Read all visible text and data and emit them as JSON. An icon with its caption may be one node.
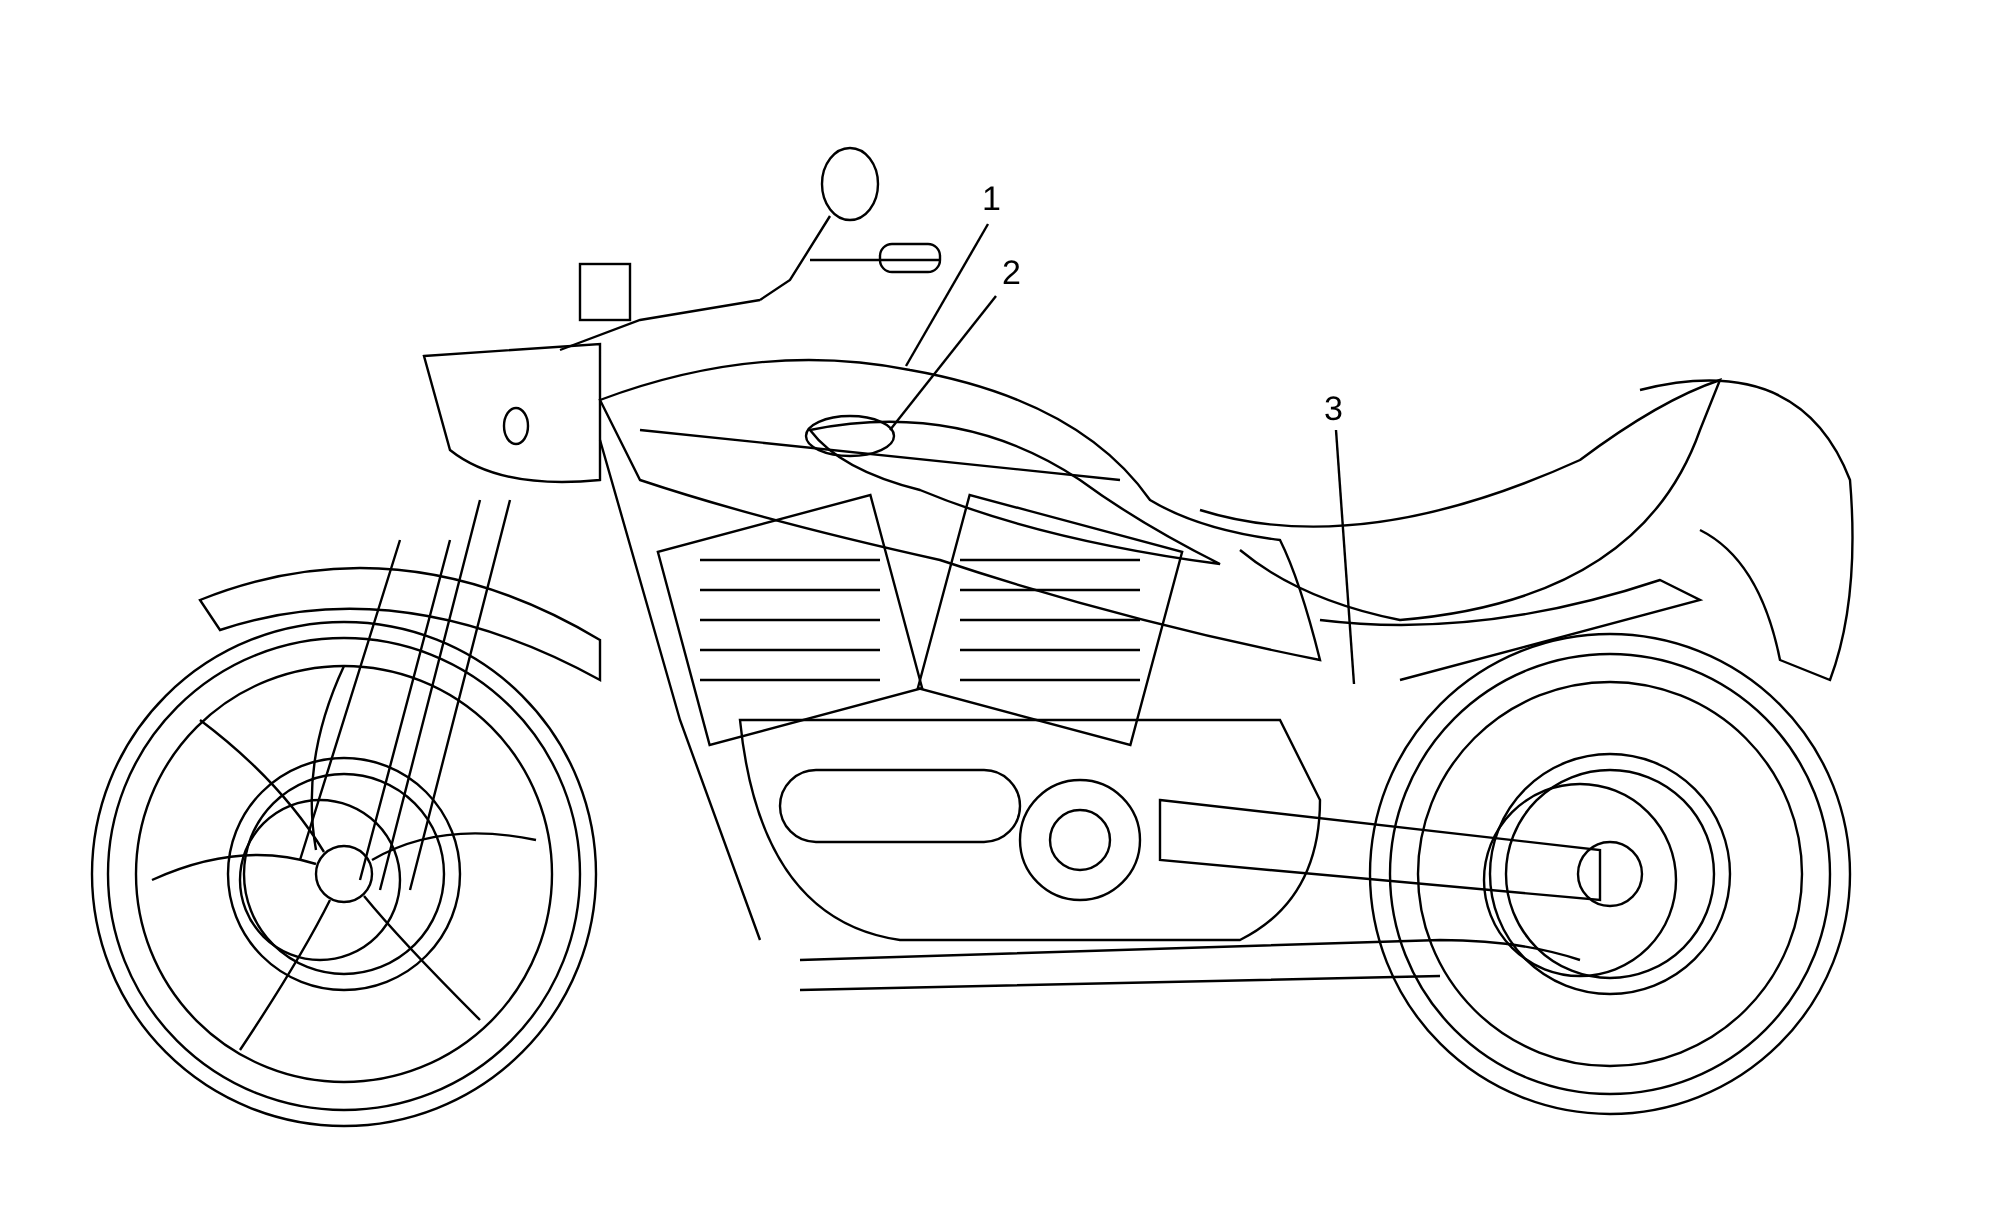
{
  "diagram": {
    "nodes": [
      {
        "text": [
          "1"
        ]
      },
      {
        "text": [
          "2"
        ]
      },
      {
        "text": [
          "3"
        ]
      }
    ],
    "edges": [
      {
        "from": 0,
        "to": null,
        "arrow": "none"
      },
      {
        "from": 1,
        "to": null,
        "arrow": "none"
      },
      {
        "from": 2,
        "to": null,
        "arrow": "none"
      }
    ]
  }
}
